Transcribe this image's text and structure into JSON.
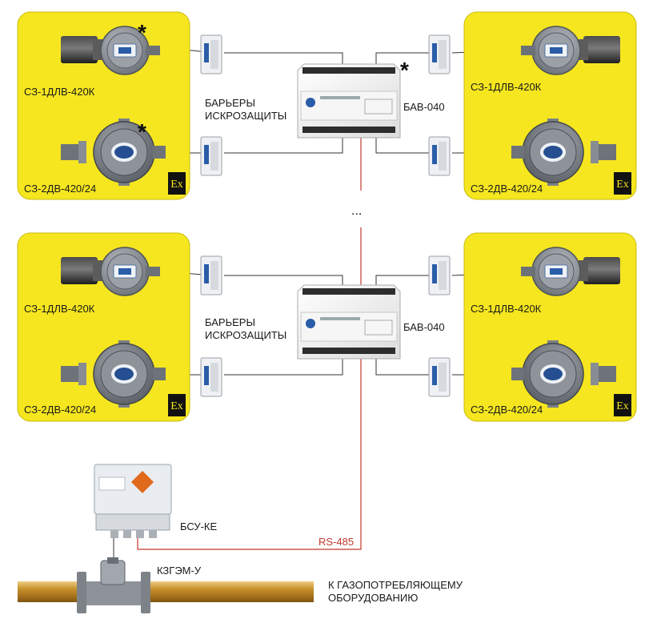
{
  "labels": {
    "sensor_1dlv": "СЗ-1ДЛВ-420К",
    "sensor_2dv": "СЗ-2ДВ-420/24",
    "barriers_line1": "БАРЬЕРЫ",
    "barriers_line2": "ИСКРОЗАЩИТЫ",
    "bav": "БАВ-040",
    "bsu": "БСУ-КЕ",
    "kzgem": "КЗГЭМ-У",
    "rs485": "RS-485",
    "destination_line1": "К ГАЗОПОТРЕБЛЯЮЩЕМУ",
    "destination_line2": "ОБОРУДОВАНИЮ",
    "ellipsis": "...",
    "asterisk": "*",
    "ex_mark": "Ex"
  },
  "colors": {
    "zone_fill": "#f5e61f",
    "zone_border": "#c9bb10",
    "wire": "#333333",
    "bus": "#c0392b",
    "pipe": "#c8922e"
  },
  "icons": {
    "sensor_type1": "gas-sensor-1dlv-icon",
    "sensor_type2": "gas-sensor-2dv-icon",
    "barrier": "intrinsic-safety-barrier-icon",
    "bav": "bav-040-unit-icon",
    "bsu": "bsu-ke-controller-icon",
    "valve": "kzgem-valve-icon",
    "ex": "ex-explosion-proof-icon"
  }
}
